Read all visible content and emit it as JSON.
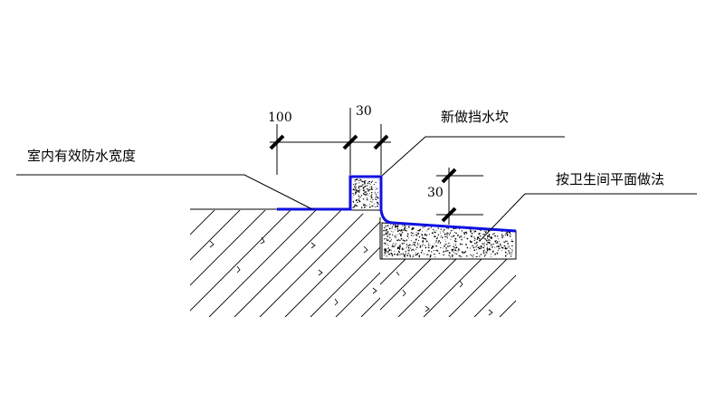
{
  "labels": {
    "indoor_width": "室内有效防水宽度",
    "new_curb": "新做挡水坎",
    "bathroom_plan": "按卫生间平面做法"
  },
  "dimensions": {
    "d100": "100",
    "d30_top": "30",
    "d30_side": "30"
  },
  "colors": {
    "membrane": "#1010e0",
    "line": "#000000"
  }
}
